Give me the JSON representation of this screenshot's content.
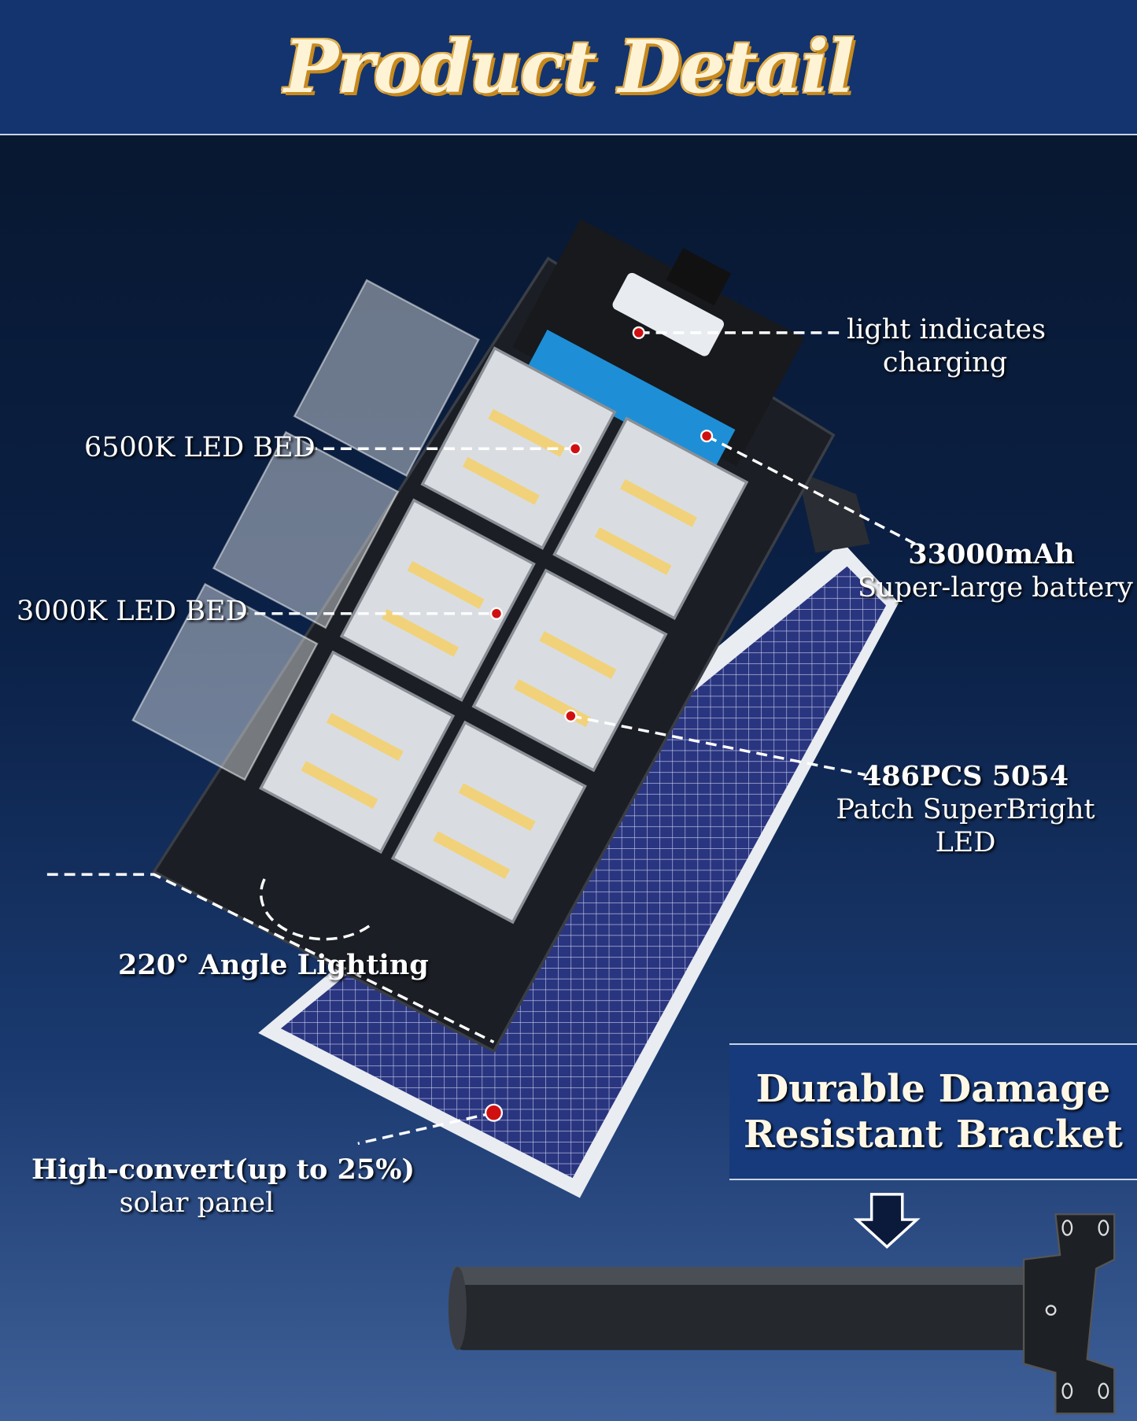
{
  "header": {
    "title": "Product Detail"
  },
  "labels": {
    "charging_1": "light indicates",
    "charging_2": "charging",
    "led_6500": "6500K LED BED",
    "led_3000": "3000K LED BED",
    "battery_1": "33000mAh",
    "battery_2": "Super-large battery",
    "led_pcs_1": "486PCS 5054",
    "led_pcs_2": "Patch SuperBright",
    "led_pcs_3": "LED",
    "angle": "220° Angle Lighting",
    "solar_1": "High-convert(up to 25%)",
    "solar_2": "solar panel"
  },
  "bracket": {
    "line1": "Durable Damage",
    "line2": "Resistant Bracket"
  },
  "colors": {
    "header": "#13346f",
    "title": "#fff3d6",
    "accent_gold": "#c98a1c",
    "battery_blue": "#1e8fd6",
    "marker_red": "#d01010"
  }
}
